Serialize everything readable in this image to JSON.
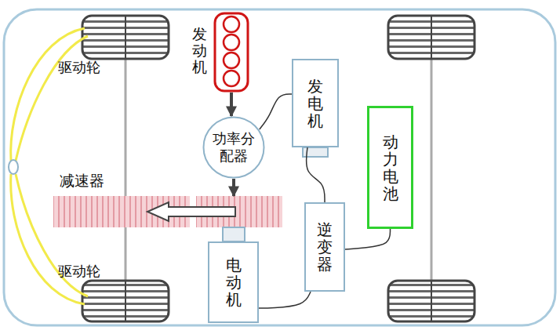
{
  "diagram": {
    "nodes": [
      {
        "text": [
          "发动机"
        ]
      },
      {
        "text": [
          "功率分配器"
        ]
      },
      {
        "text": [
          "发电机"
        ]
      },
      {
        "text": [
          "动力电池"
        ]
      },
      {
        "text": [
          "减速器"
        ]
      },
      {
        "text": [
          "逆变器"
        ]
      },
      {
        "text": [
          "电动机"
        ]
      }
    ],
    "edges": [
      {
        "from": 0,
        "to": 1,
        "arrow": "to"
      },
      {
        "from": 1,
        "to": 4,
        "arrow": "to"
      },
      {
        "from": 1,
        "to": 2,
        "arrow": "none"
      },
      {
        "from": 2,
        "to": 5,
        "arrow": "none"
      },
      {
        "from": 5,
        "to": 3,
        "arrow": "none"
      },
      {
        "from": 5,
        "to": 6,
        "arrow": "none"
      }
    ],
    "labels": [
      "驱动轮",
      "驱动轮"
    ]
  }
}
